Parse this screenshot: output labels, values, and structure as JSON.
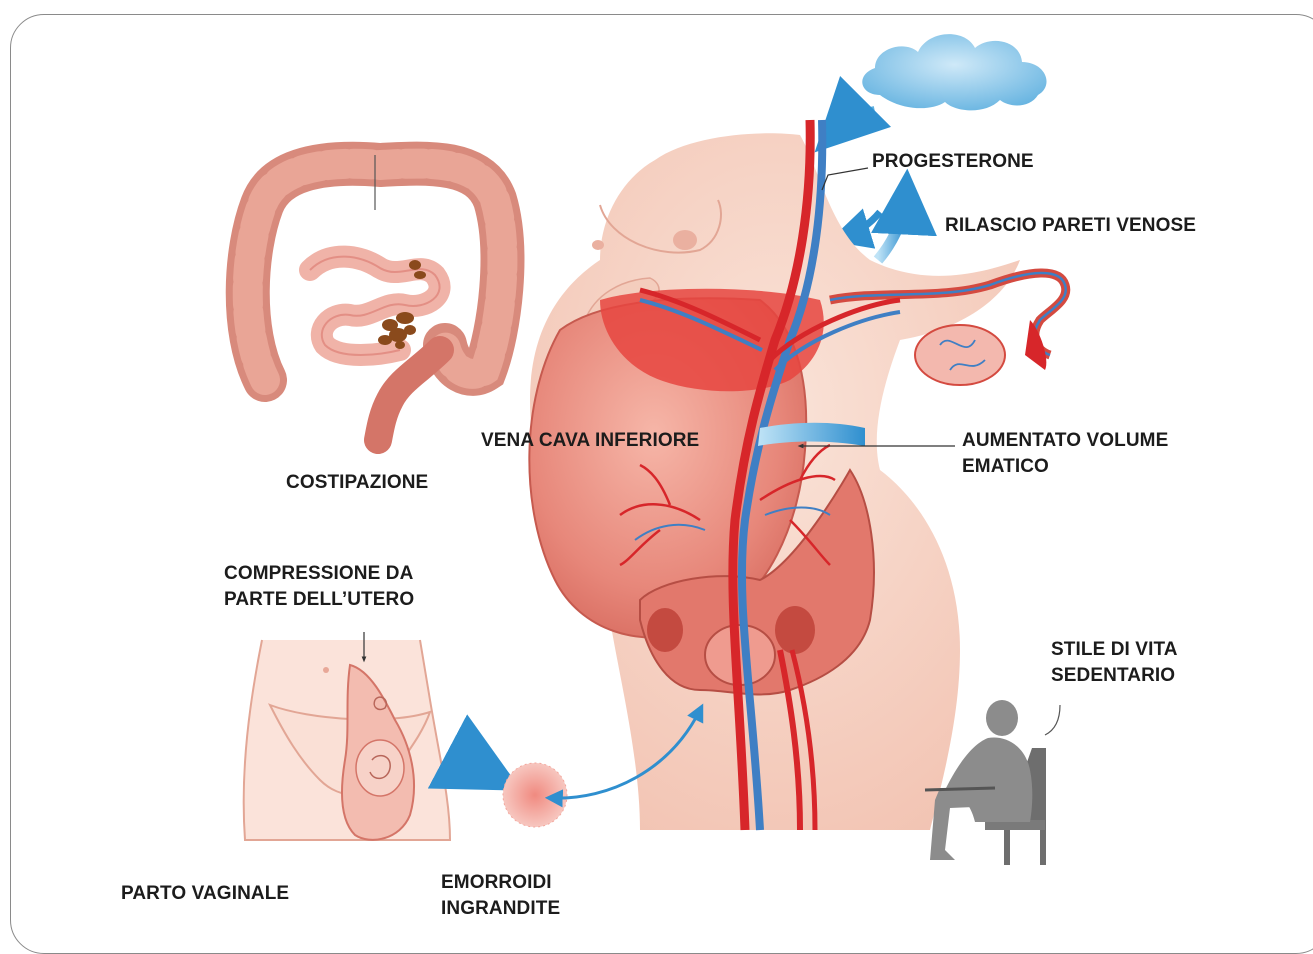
{
  "labels": {
    "progesterone": "PROGESTERONE",
    "vein_relaxation": "RILASCIO PARETI VENOSE",
    "constipation": "COSTIPAZIONE",
    "vena_cava": "VENA CAVA INFERIORE",
    "blood_volume_line1": "AUMENTATO VOLUME",
    "blood_volume_line2": "EMATICO",
    "uterus_compression_line1": "COMPRESSIONE DA",
    "uterus_compression_line2": "PARTE DELL’UTERO",
    "sedentary_line1": "STILE DI VITA",
    "sedentary_line2": "SEDENTARIO",
    "vaginal_birth": "PARTO VAGINALE",
    "hemorrhoids_line1": "EMORROIDI",
    "hemorrhoids_line2": "INGRANDITE"
  },
  "colors": {
    "skin": "#f6d2c4",
    "tissue": "#e68a7d",
    "artery": "#d7262a",
    "vein": "#3f7fc4",
    "arrow": "#2f8fcf",
    "cloud": "#7fc2e8",
    "person": "#8c8c8c"
  },
  "icons": [
    "intestine-illustration",
    "cloud-icon",
    "pregnant-body-illustration",
    "pelvis-uterus-illustration",
    "hemorrhoid-icon",
    "sitting-person-icon"
  ]
}
